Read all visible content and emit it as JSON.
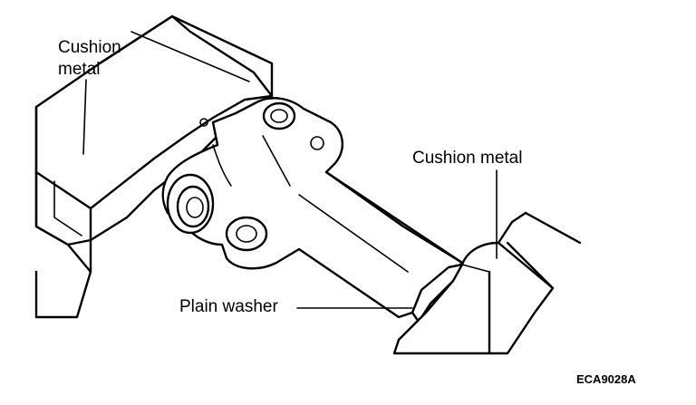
{
  "labels": {
    "cushion_metal_left_line1": "Cushion",
    "cushion_metal_left_line2": "metal",
    "cushion_metal_right": "Cushion metal",
    "plain_washer": "Plain washer",
    "figure_code": "ECA9028A"
  }
}
